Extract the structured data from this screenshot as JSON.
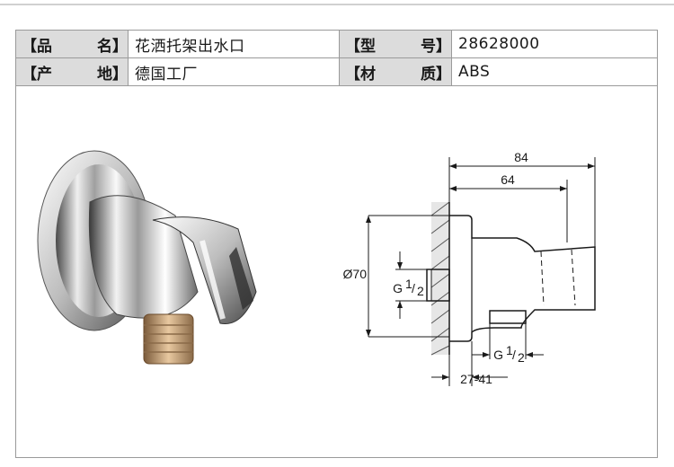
{
  "spec": {
    "name_label": "品　　名",
    "name_value": "花洒托架出水口",
    "model_label": "型　　号",
    "model_value": "28628000",
    "origin_label": "产　　地",
    "origin_value": "德国工厂",
    "material_label": "材　　质",
    "material_value": "ABS"
  },
  "drawing": {
    "dim_overall_width": "84",
    "dim_inner_width": "64",
    "dim_diameter": "Ø70",
    "thread_inlet": "G",
    "thread_outlet": "G",
    "thread_frac_num": "1",
    "thread_frac_den": "2",
    "dim_wall_depth": "27-41"
  }
}
